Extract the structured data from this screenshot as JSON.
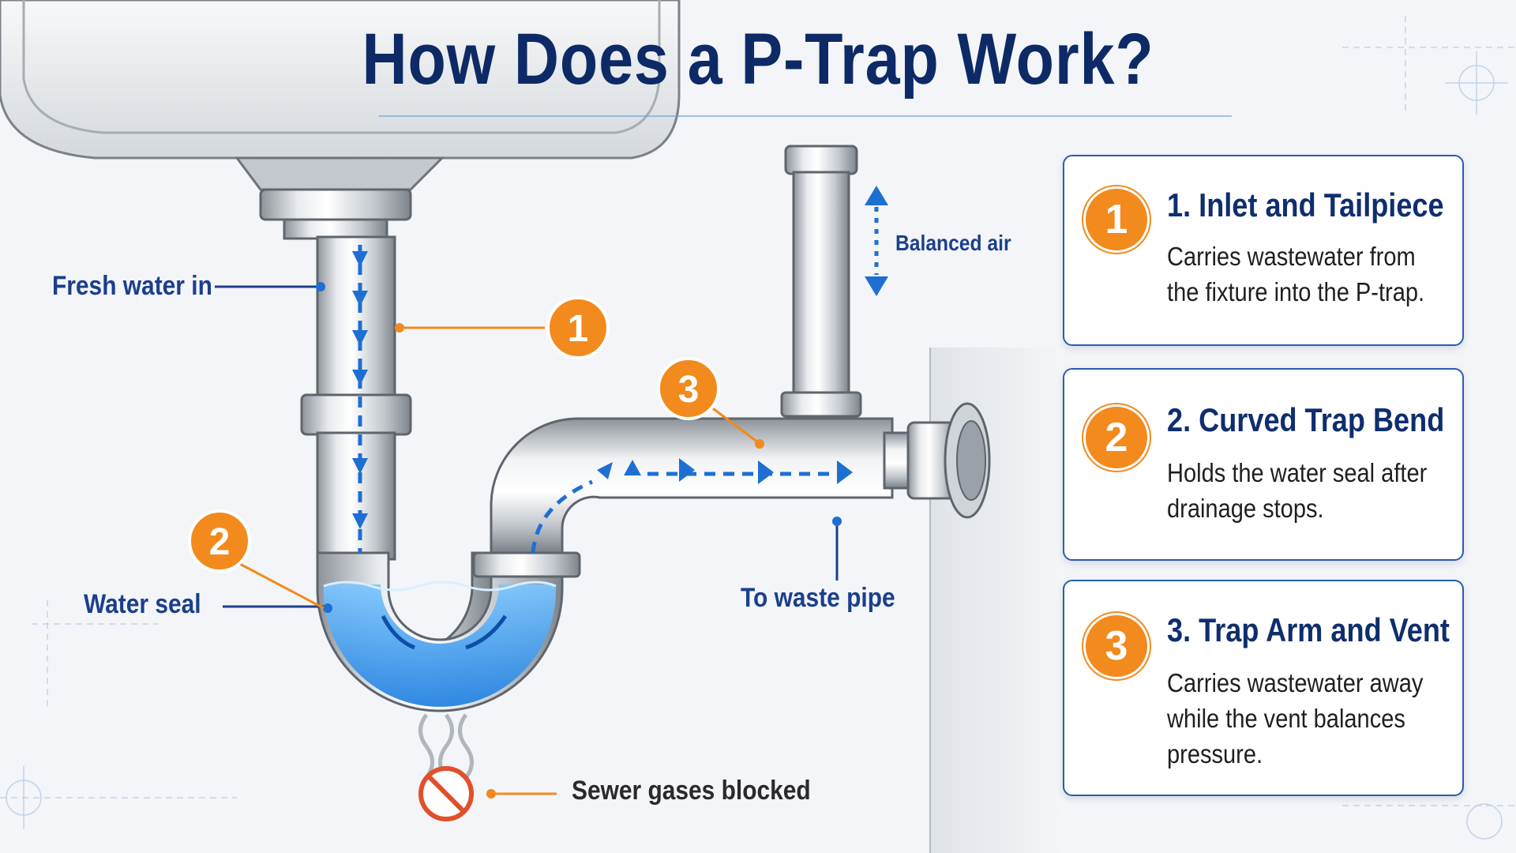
{
  "title": "How Does a P-Trap Work?",
  "colors": {
    "navy": "#0d2a66",
    "accent_blue": "#1e6fd2",
    "water_blue": "#3aa0ee",
    "orange": "#f28a1d",
    "pipe_gray": "#c9ced4"
  },
  "labels": {
    "fresh_water": "Fresh water in",
    "water_seal": "Water seal",
    "to_waste": "To waste pipe",
    "balanced_air": "Balanced air",
    "sewer_blocked": "Sewer gases blocked"
  },
  "markers": [
    "1",
    "2",
    "3"
  ],
  "icons": [
    "flow-arrow-icon",
    "no-entry-icon",
    "up-down-arrow-icon"
  ],
  "cards": [
    {
      "number": "1",
      "title": "1.  Inlet and Tailpiece",
      "description": "Carries wastewater from the fixture into the P-trap."
    },
    {
      "number": "2",
      "title": "2.  Curved Trap Bend",
      "description": "Holds the water seal after drainage stops."
    },
    {
      "number": "3",
      "title": "3.  Trap Arm and Vent",
      "description": "Carries wastewater away while the vent balances pressure."
    }
  ]
}
